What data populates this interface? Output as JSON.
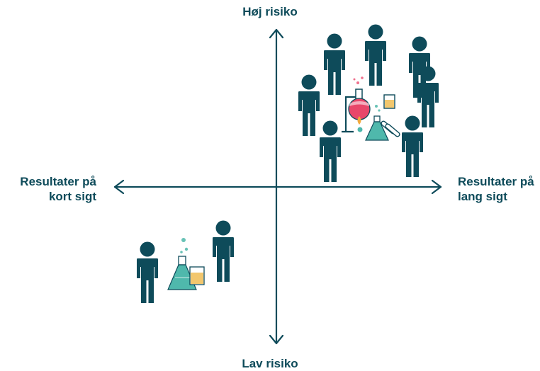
{
  "axes": {
    "top_label": "Høj risiko",
    "bottom_label": "Lav risiko",
    "left_label_lines": [
      "Resultater på",
      "kort sigt"
    ],
    "right_label_lines": [
      "Resultater på",
      "lang sigt"
    ]
  },
  "colors": {
    "figure": "#0e4b5a",
    "axis": "#0e4b5a",
    "flask_teal": "#4fb8ac",
    "flask_red": "#e8476a",
    "beaker_yellow": "#f2c76e",
    "dot_pink": "#ef6f8c",
    "dot_teal": "#68c2b6",
    "dot_orange": "#f3a93b"
  },
  "icons": [
    "person-icon",
    "flask-icon",
    "beaker-icon",
    "lab-stand-icon",
    "test-tube-icon"
  ]
}
